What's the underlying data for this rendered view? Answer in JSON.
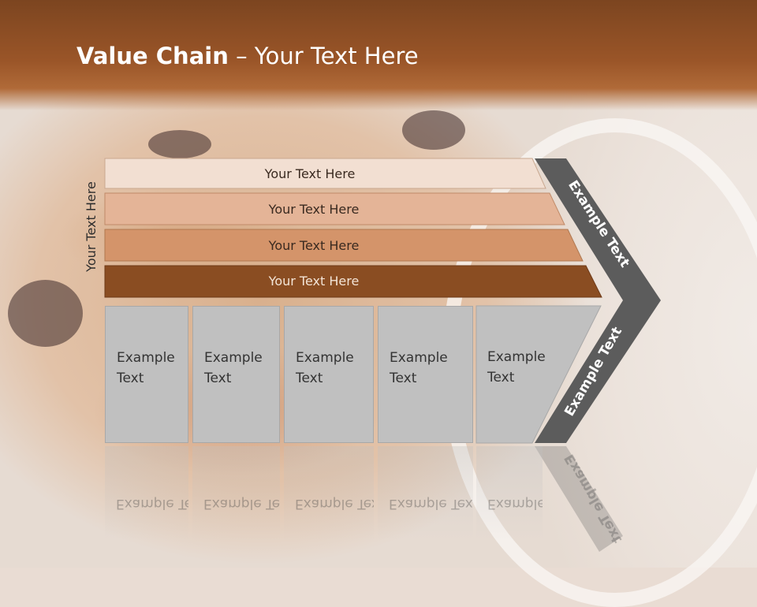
{
  "title": {
    "bold": "Value Chain",
    "rest": " – Your Text Here"
  },
  "side_label": "Your Text Here",
  "rows": [
    {
      "label": "Your Text Here",
      "color": "#f2dfd2"
    },
    {
      "label": "Your Text Here",
      "color": "#e4b497"
    },
    {
      "label": "Your Text Here",
      "color": "#d4946a"
    },
    {
      "label": "Your Text Here",
      "color": "#8a4d22"
    }
  ],
  "boxes": [
    {
      "label": "Example Text"
    },
    {
      "label": "Example Text"
    },
    {
      "label": "Example Text"
    },
    {
      "label": "Example Text"
    },
    {
      "label": "Example Text"
    }
  ],
  "chevron": {
    "upper_label": "Example Text",
    "lower_label": "Example Text",
    "color": "#5c5c5c"
  }
}
